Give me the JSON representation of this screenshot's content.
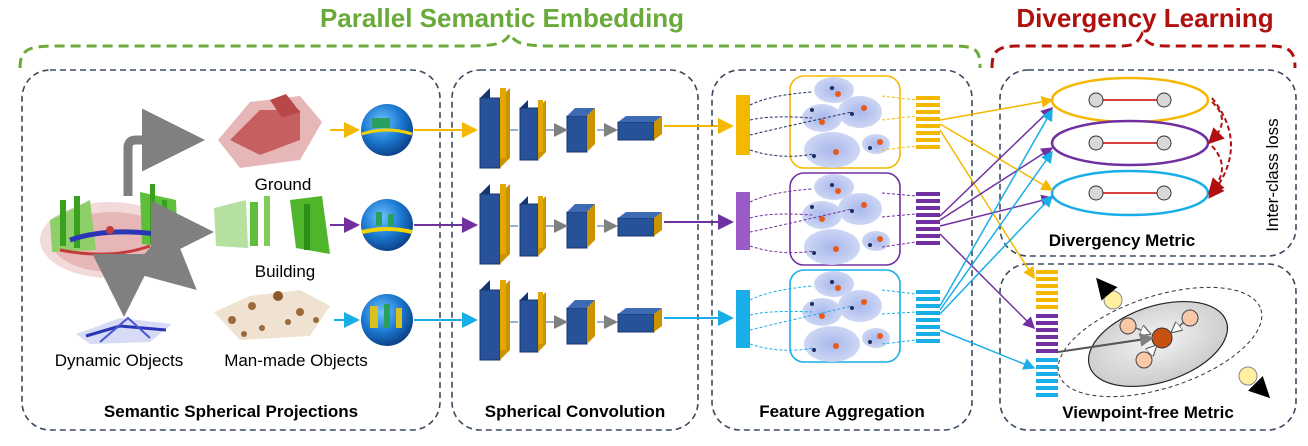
{
  "headers": {
    "parallel": "Parallel Semantic Embedding",
    "divergency": "Divergency Learning"
  },
  "panels": {
    "projections": "Semantic Spherical Projections",
    "convolution": "Spherical Convolution",
    "aggregation": "Feature Aggregation",
    "divergency_metric": "Divergency Metric",
    "viewpoint_metric": "Viewpoint-free Metric"
  },
  "labels": {
    "ground": "Ground",
    "building": "Building",
    "dynamic": "Dynamic Objects",
    "manmade": "Man-made Objects",
    "interclass": "Inter-class loss"
  },
  "colors": {
    "green": "#6aaa3a",
    "red": "#b01010",
    "yellow": "#f5b800",
    "purple": "#7030a0",
    "cyan": "#19aee8",
    "blue": "#1f4e99",
    "panel_border": "#3c4a60"
  }
}
